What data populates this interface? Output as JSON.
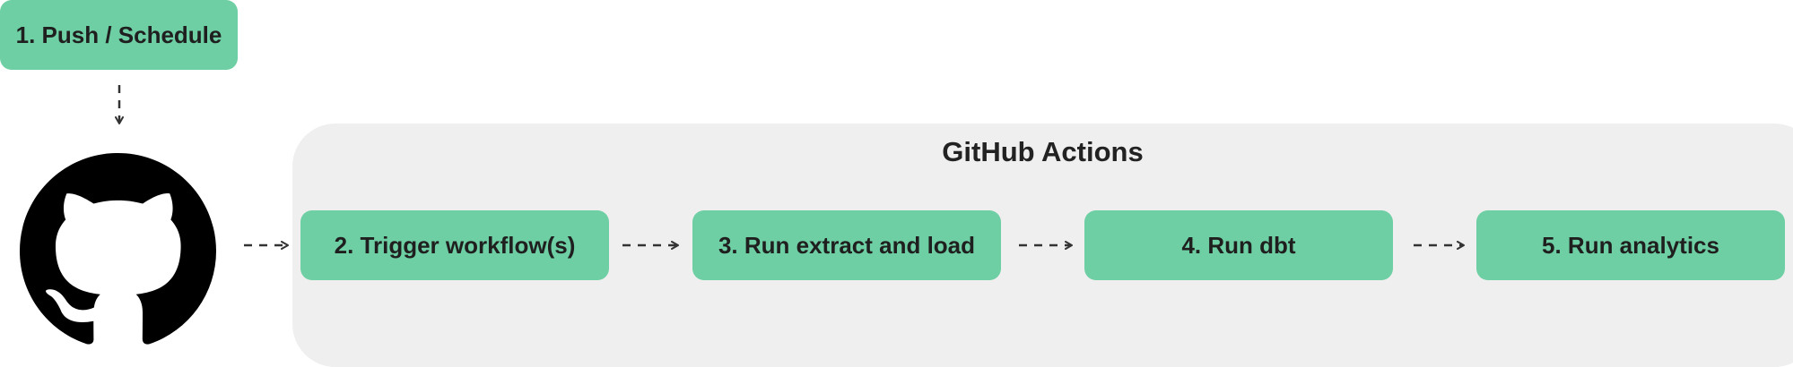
{
  "steps": {
    "push_schedule": "1. Push / Schedule",
    "trigger_workflow": "2. Trigger workflow(s)",
    "run_extract_load": "3. Run extract and load",
    "run_dbt": "4. Run dbt",
    "run_analytics": "5. Run analytics"
  },
  "group": {
    "title": "GitHub Actions"
  },
  "icons": {
    "repo": "github-icon"
  },
  "colors": {
    "step_fill": "#6dcfa3",
    "group_fill": "#efefef",
    "arrow": "#333333",
    "text": "#1f1f1f"
  }
}
